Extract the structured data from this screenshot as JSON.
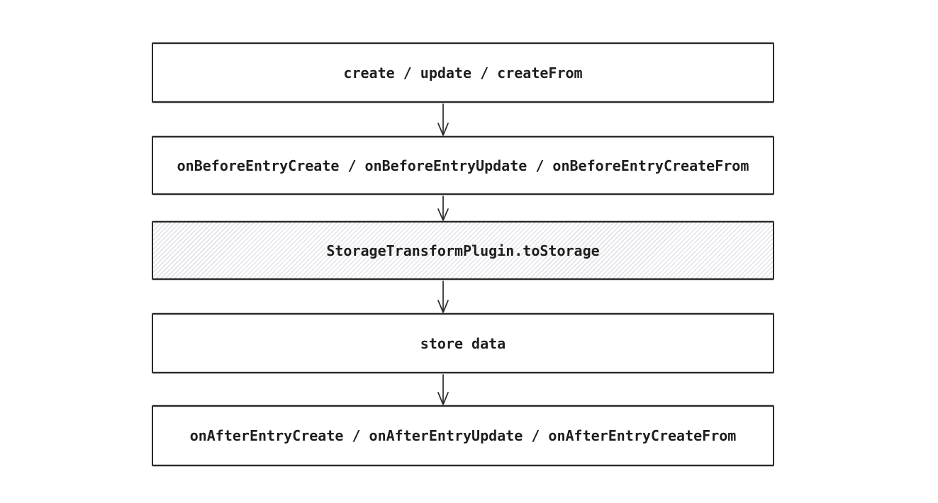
{
  "diagram": {
    "description": "entry create/update storage lifecycle flowchart",
    "colors": {
      "background": "#ffffff",
      "stroke": "#2a2a2a",
      "text": "#1e1e1e",
      "hachure_line": "#e3e3e9"
    },
    "nodes": [
      {
        "id": "create-update",
        "label": "create / update / createFrom",
        "fill": "white"
      },
      {
        "id": "on-before-hooks",
        "label": "onBeforeEntryCreate / onBeforeEntryUpdate / onBeforeEntryCreateFrom",
        "fill": "white"
      },
      {
        "id": "storage-transform",
        "label": "StorageTransformPlugin.toStorage",
        "fill": "hachure"
      },
      {
        "id": "store-data",
        "label": "store data",
        "fill": "white"
      },
      {
        "id": "on-after-hooks",
        "label": "onAfterEntryCreate / onAfterEntryUpdate / onAfterEntryCreateFrom",
        "fill": "white"
      }
    ],
    "arrows": [
      {
        "from": "create-update",
        "to": "on-before-hooks"
      },
      {
        "from": "on-before-hooks",
        "to": "storage-transform"
      },
      {
        "from": "storage-transform",
        "to": "store-data"
      },
      {
        "from": "store-data",
        "to": "on-after-hooks"
      }
    ]
  }
}
